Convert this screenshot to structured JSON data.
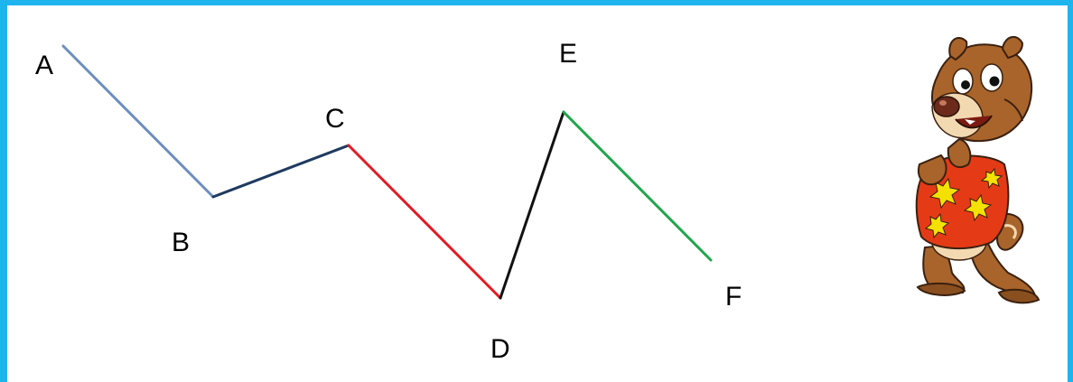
{
  "diagram": {
    "points": [
      {
        "id": "A",
        "label": "A"
      },
      {
        "id": "B",
        "label": "B"
      },
      {
        "id": "C",
        "label": "C"
      },
      {
        "id": "D",
        "label": "D"
      },
      {
        "id": "E",
        "label": "E"
      },
      {
        "id": "F",
        "label": "F"
      }
    ],
    "segments": [
      {
        "from": "A",
        "to": "B",
        "color": "#6c8ebf"
      },
      {
        "from": "B",
        "to": "C",
        "color": "#1f3a5f"
      },
      {
        "from": "C",
        "to": "D",
        "color": "#e31b23"
      },
      {
        "from": "D",
        "to": "E",
        "color": "#111111"
      },
      {
        "from": "E",
        "to": "F",
        "color": "#1fa64a"
      }
    ]
  },
  "colors": {
    "frame_border": "#1eb4ee",
    "background": "#ffffff"
  },
  "illustration": {
    "icon": "chipmunk-cartoon-icon"
  }
}
